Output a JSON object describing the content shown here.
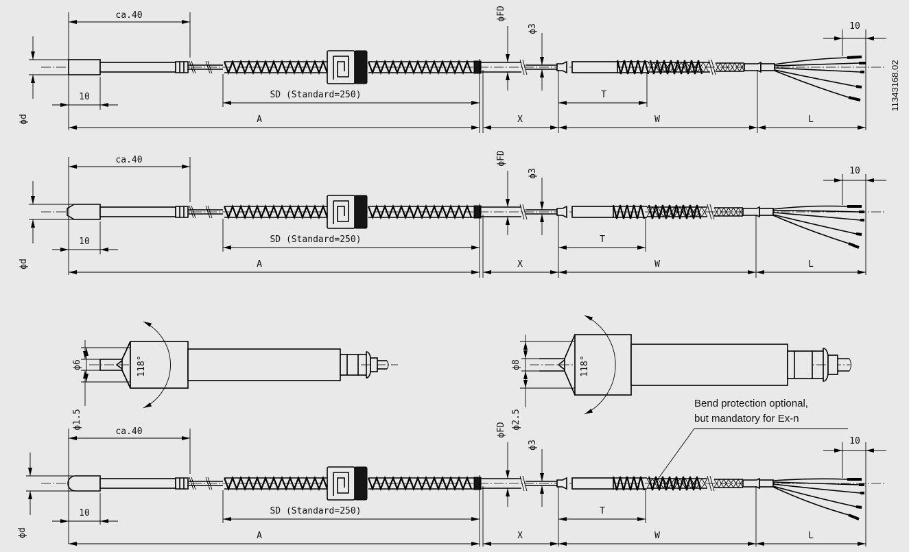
{
  "labels": {
    "ca40": "ca.40",
    "ten": "10",
    "phi_d": "ϕd",
    "phi_fd": "ϕFD",
    "phi_3": "ϕ3",
    "sd": "SD (Standard=250)",
    "A": "A",
    "X": "X",
    "W": "W",
    "T": "T",
    "L": "L",
    "phi_6": "ϕ6",
    "phi_15": "ϕ1.5",
    "phi_8": "ϕ8",
    "phi_25": "ϕ2.5",
    "angle": "118°"
  },
  "doc_number": "11343168.02",
  "note": {
    "line1": "Bend protection optional,",
    "line2": "but mandatory for Ex-n"
  }
}
